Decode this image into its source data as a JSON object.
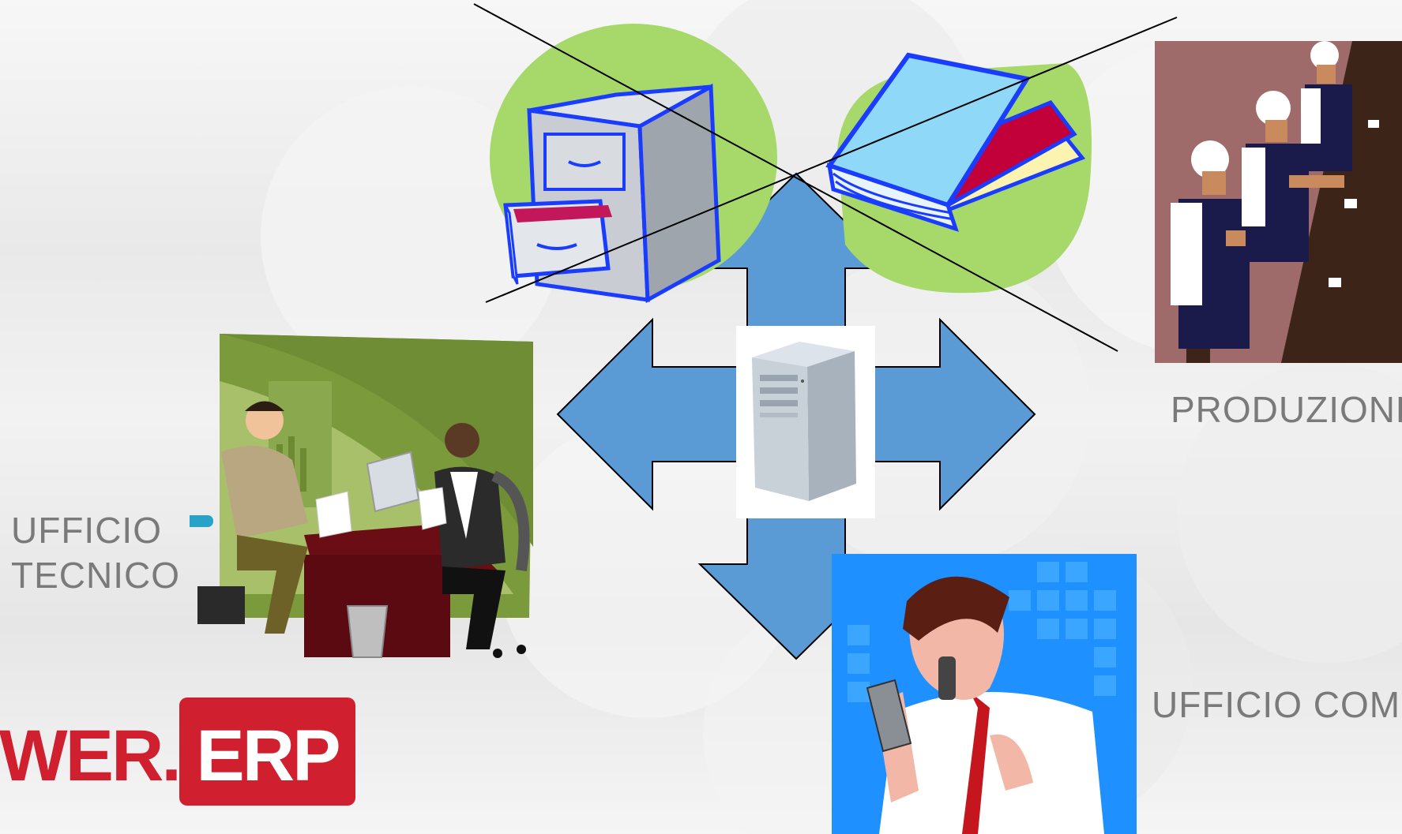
{
  "diagram": {
    "labels": {
      "ufficio_tecnico_line1": "UFFICIO",
      "ufficio_tecnico_line2": "TECNICO",
      "produzione": "PRODUZIONE",
      "ufficio_commerciale": "UFFICIO COMM"
    },
    "logo": {
      "left_text": "WER.",
      "right_text": "ERP"
    },
    "colors": {
      "arrow_fill": "#5b9bd5",
      "blob_green": "#a6d86a",
      "logo_red": "#d0202f",
      "label_gray": "#7a7a7a"
    },
    "icons": [
      "filing-cabinet-icon",
      "books-icon",
      "server-tower-icon",
      "factory-workers-icon",
      "office-meeting-icon",
      "businessman-phone-icon"
    ]
  }
}
